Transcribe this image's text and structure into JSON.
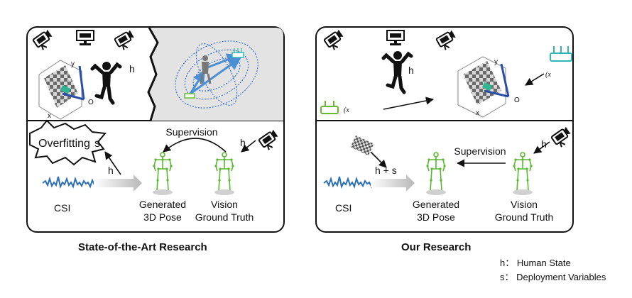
{
  "left_panel": {
    "human_label": "h",
    "origin_label": "O",
    "axis_y_label": "y",
    "axis_x_label": "x",
    "overfit_text": "Overfitting",
    "overfit_s": "s",
    "supervision_label": "Supervision",
    "h_camera_label": "h",
    "h_csi_label": "h",
    "csi_label": "CSI",
    "generated_line1": "Generated",
    "generated_line2": "3D Pose",
    "vision_line1": "Vision",
    "vision_line2": "Ground Truth",
    "caption": "State-of-the-Art Research"
  },
  "right_panel": {
    "human_label": "h",
    "origin_label": "O",
    "axis_y_label": "y",
    "axis_x_label": "x",
    "tx_coord": "(x",
    "rx_coord": "(x",
    "supervision_label": "Supervision",
    "h_camera_label": "h",
    "h_plus_s_label": "h + s",
    "csi_label": "CSI",
    "generated_line1": "Generated",
    "generated_line2": "3D Pose",
    "vision_line1": "Vision",
    "vision_line2": "Ground Truth",
    "caption": "Our Research"
  },
  "legend": {
    "h_item": "h： Human State",
    "s_item": "s： Deployment Variables"
  },
  "colors": {
    "csi_wave": "#2a6fb8",
    "arrow_blue": "#4a8fd6",
    "skeleton": "#5ab830",
    "router_cyan": "#31b6b6",
    "router_green": "#66bb33",
    "origin_axis": "#2b4fa8",
    "cube_green": "#2fb58f"
  },
  "icons": [
    "camera-icon",
    "router-icon",
    "human-icon",
    "skeleton-icon",
    "checkerboard-icon"
  ]
}
